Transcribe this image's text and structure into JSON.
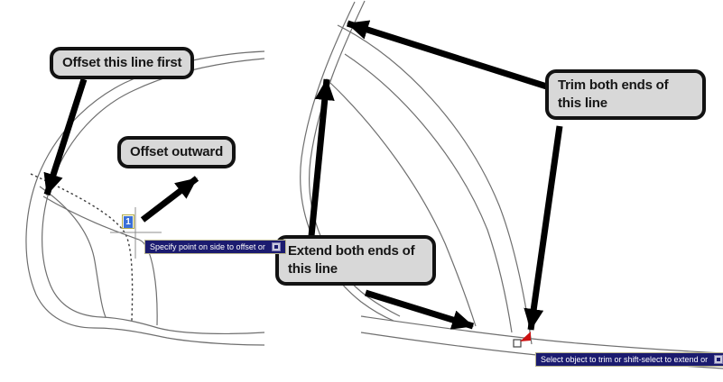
{
  "figure": {
    "left": {
      "callout_offset_first": "Offset this line first",
      "callout_offset_outward": "Offset outward",
      "tooltip": "Specify point on side to offset or",
      "dynamic_input_value": "1"
    },
    "right": {
      "callout_trim": "Trim both ends of this line",
      "callout_extend": "Extend both ends of this line",
      "tooltip": "Select object to trim or shift-select to extend or"
    }
  },
  "colors": {
    "callout_bg": "#d8d8d8",
    "callout_border": "#121212",
    "tooltip_bg": "#1b1b6f",
    "tooltip_border": "#b9b58e",
    "tooltip_text": "#ffffff",
    "drawing_line": "#6f6f6f",
    "arrow": "#000000",
    "selection_blue": "#3a6fd8",
    "cursor_red": "#cc1111"
  }
}
